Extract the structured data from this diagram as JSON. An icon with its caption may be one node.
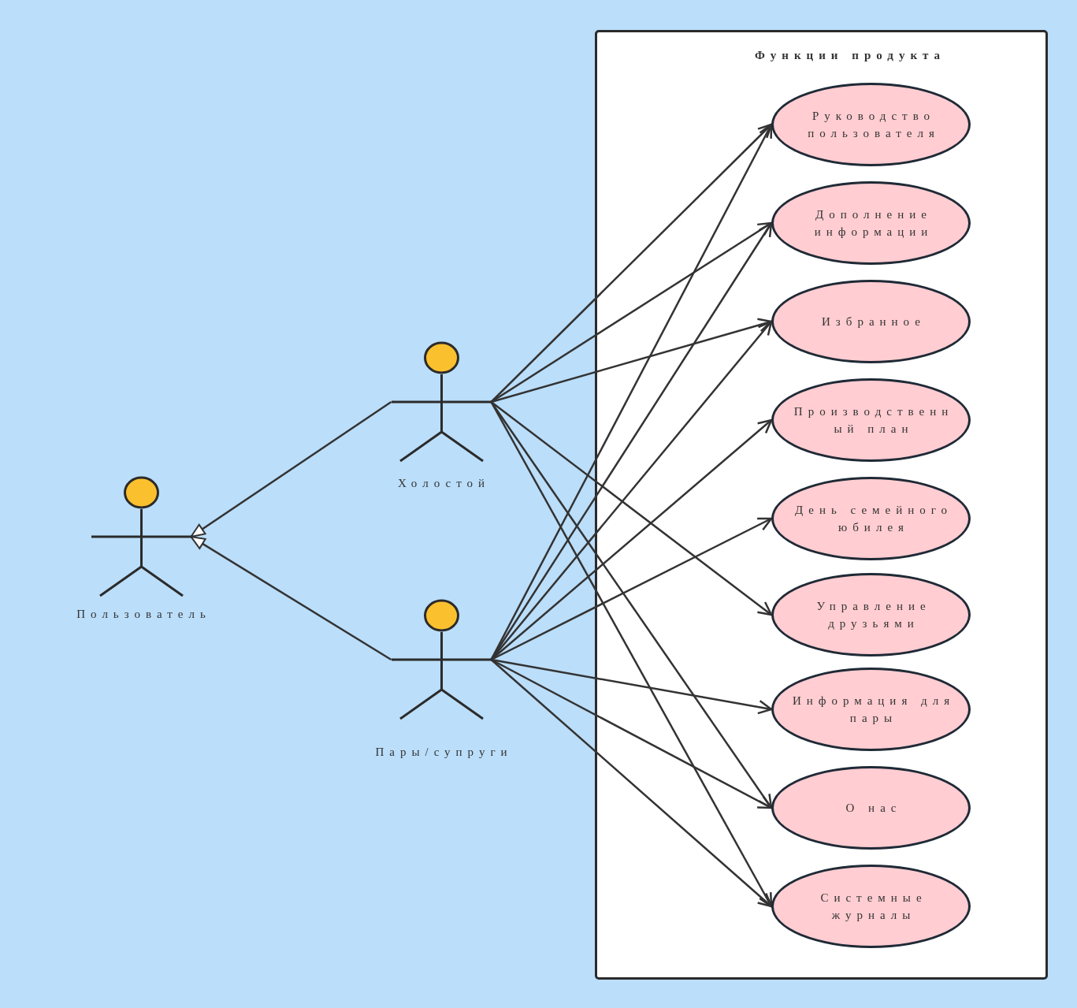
{
  "diagram": {
    "nodes": [
      {
        "text": [],
        "shape": "person",
        "beside": [
          "Пользователь"
        ]
      },
      {
        "text": [],
        "shape": "person",
        "beside": [
          "Холостой"
        ]
      },
      {
        "text": [],
        "shape": "person",
        "beside": [
          "Пары/супруги"
        ]
      },
      {
        "text": [
          "Функции продукта"
        ]
      },
      {
        "text": [
          "Руководство пользователя"
        ],
        "in": 3
      },
      {
        "text": [
          "Дополнение информации"
        ],
        "in": 3
      },
      {
        "text": [
          "Избранное"
        ],
        "in": 3
      },
      {
        "text": [
          "Производственный план"
        ],
        "in": 3
      },
      {
        "text": [
          "День семейного юбилея"
        ],
        "in": 3
      },
      {
        "text": [
          "Управление друзьями"
        ],
        "in": 3
      },
      {
        "text": [
          "Информация для пары"
        ],
        "in": 3
      },
      {
        "text": [
          "О нас"
        ],
        "in": 3
      },
      {
        "text": [
          "Системные журналы"
        ],
        "in": 3
      }
    ],
    "edges": [
      {
        "from": 1,
        "to": 0,
        "arrow": "to"
      },
      {
        "from": 2,
        "to": 0,
        "arrow": "to"
      },
      {
        "from": 1,
        "to": 4,
        "arrow": "to"
      },
      {
        "from": 1,
        "to": 5,
        "arrow": "to"
      },
      {
        "from": 1,
        "to": 6,
        "arrow": "to"
      },
      {
        "from": 1,
        "to": 9,
        "arrow": "to"
      },
      {
        "from": 1,
        "to": 11,
        "arrow": "to"
      },
      {
        "from": 1,
        "to": 12,
        "arrow": "to"
      },
      {
        "from": 2,
        "to": 4,
        "arrow": "to"
      },
      {
        "from": 2,
        "to": 5,
        "arrow": "to"
      },
      {
        "from": 2,
        "to": 6,
        "arrow": "to"
      },
      {
        "from": 2,
        "to": 7,
        "arrow": "to"
      },
      {
        "from": 2,
        "to": 8,
        "arrow": "to"
      },
      {
        "from": 2,
        "to": 10,
        "arrow": "to"
      },
      {
        "from": 2,
        "to": 11,
        "arrow": "to"
      },
      {
        "from": 2,
        "to": 12,
        "arrow": "to"
      }
    ]
  }
}
